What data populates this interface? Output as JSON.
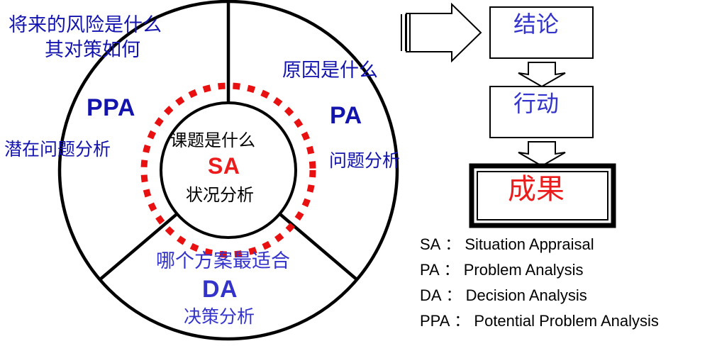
{
  "diagram": {
    "title_semantic": "kepner-tregoe-problem-solving-wheel",
    "colors": {
      "label_blue": "#1313ad",
      "da_blue": "#3333cc",
      "accent_red": "#ec1c1c",
      "outline_black": "#000000",
      "dotted_ring_red": "#e81010"
    },
    "center": {
      "question": "课题是什么",
      "abbr": "SA",
      "chinese": "状况分析"
    },
    "segments": [
      {
        "id": "ppa",
        "question_line1": "将来的风险是什么",
        "question_line2": "其对策如何",
        "abbr": "PPA",
        "chinese": "潜在问题分析"
      },
      {
        "id": "pa",
        "question_line1": "原因是什么",
        "question_line2": "",
        "abbr": "PA",
        "chinese": "问题分析"
      },
      {
        "id": "da",
        "question_line1": "哪个方案最适合",
        "question_line2": "",
        "abbr": "DA",
        "chinese": "决策分析"
      }
    ]
  },
  "flow": {
    "lead_arrow_icon": "right-block-arrow-icon",
    "connector_icon": "down-block-arrow-icon",
    "steps": [
      {
        "label": "结论",
        "emphasis": false
      },
      {
        "label": "行动",
        "emphasis": false
      },
      {
        "label": "成果",
        "emphasis": true
      }
    ]
  },
  "legend": {
    "separator": "：",
    "items": [
      {
        "abbr": "SA",
        "full": "Situation Appraisal"
      },
      {
        "abbr": "PA",
        "full": "Problem Analysis"
      },
      {
        "abbr": "DA",
        "full": "Decision Analysis"
      },
      {
        "abbr": "PPA",
        "full": "Potential Problem Analysis"
      }
    ]
  }
}
